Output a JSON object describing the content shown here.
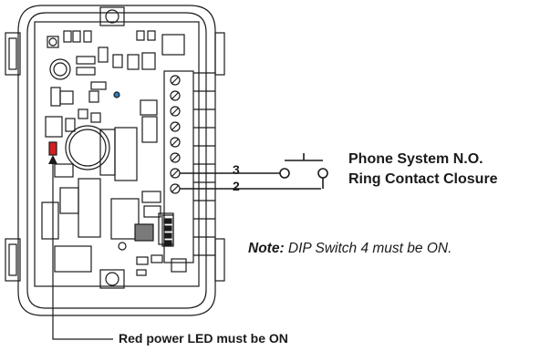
{
  "labels": {
    "phone_line1": "Phone System N.O.",
    "phone_line2": "Ring Contact Closure",
    "note_key": "Note:",
    "note_text": " DIP Switch 4 must be ON.",
    "led_note": "Red power LED must be ON",
    "terminal_3": "3",
    "terminal_2": "2"
  },
  "colors": {
    "line": "#1a1a1a",
    "led": "#d32020",
    "led_dot": "#2a7fc0"
  }
}
